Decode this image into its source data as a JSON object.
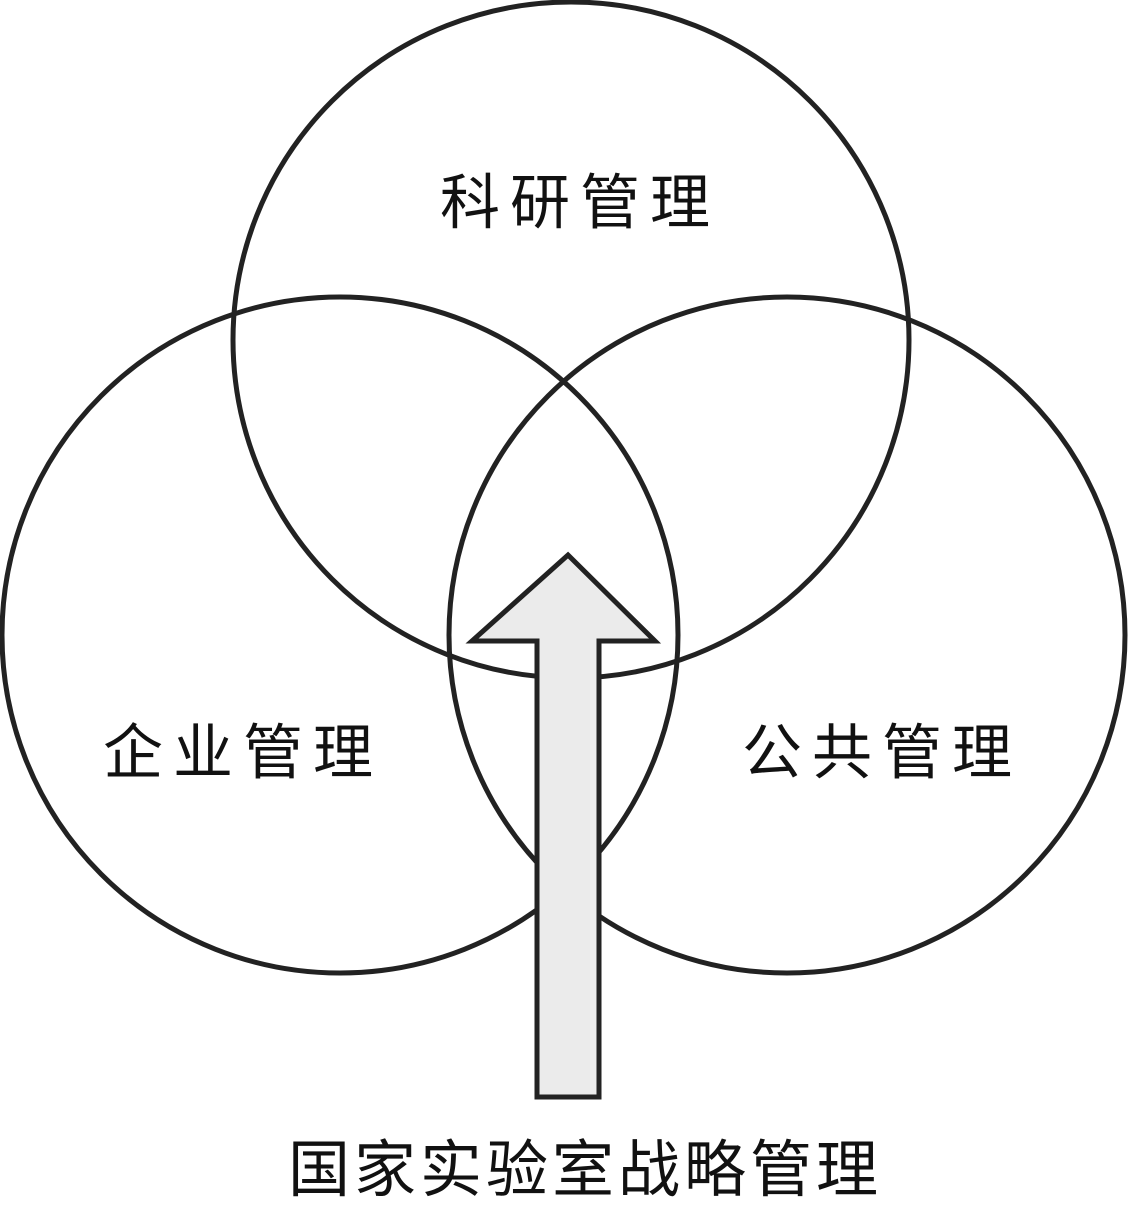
{
  "diagram": {
    "circles": [
      {
        "id": "research",
        "label": "科研管理"
      },
      {
        "id": "enterprise",
        "label": "企业管理"
      },
      {
        "id": "public",
        "label": "公共管理"
      }
    ],
    "arrow_label": "国家实验室战略管理",
    "colors": {
      "stroke": "#222222",
      "arrow_fill": "#ebebeb",
      "text": "#111111",
      "background": "#ffffff"
    }
  }
}
